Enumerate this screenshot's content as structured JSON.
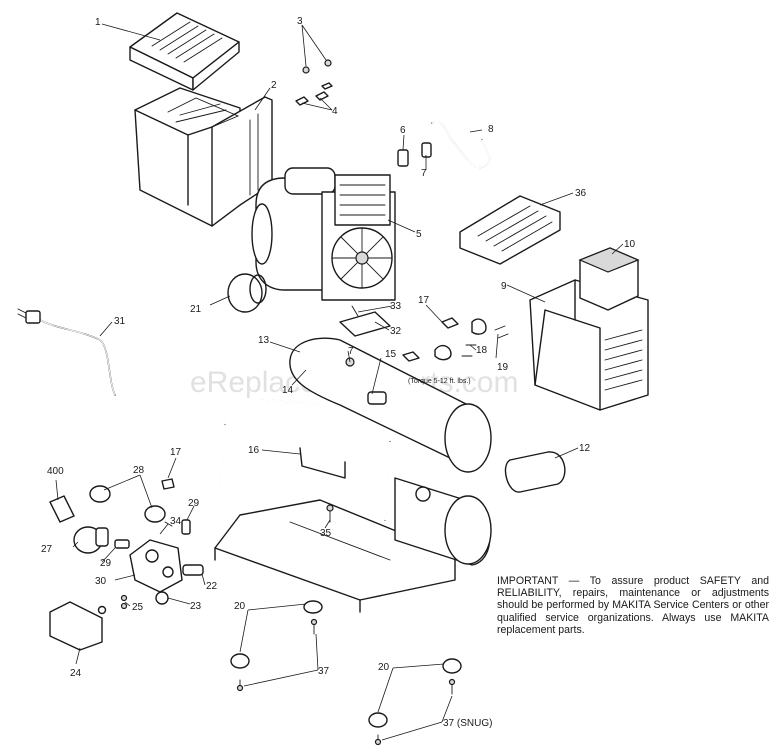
{
  "watermark": "eReplacementParts.com",
  "labels": {
    "p1": "1",
    "p2": "2",
    "p3": "3",
    "p4": "4",
    "p5": "5",
    "p6": "6",
    "p7a": "7",
    "p7b": "7",
    "p8": "8",
    "p9": "9",
    "p10": "10",
    "p12": "12",
    "p13": "13",
    "p14": "14",
    "p15": "15",
    "p16": "16",
    "p17a": "17",
    "p17b": "17",
    "p18": "18",
    "p19": "19",
    "p20a": "20",
    "p20b": "20",
    "p21": "21",
    "p22": "22",
    "p23": "23",
    "p24": "24",
    "p25": "25",
    "p27": "27",
    "p28": "28",
    "p29a": "29",
    "p29b": "29",
    "p30": "30",
    "p31": "31",
    "p32": "32",
    "p33": "33",
    "p34": "34",
    "p35": "35",
    "p36": "36",
    "p37a": "37",
    "p37b": "37 (SNUG)",
    "p400": "400"
  },
  "fastener_note": "(Torque 5-12 ft. lbs.)",
  "notice": "IMPORTANT — To assure product SAFETY and RELIABILITY, repairs, maintenance or adjustments should be performed by MAKITA Service Centers or other qualified service organizations. Always use MAKITA replacement parts."
}
